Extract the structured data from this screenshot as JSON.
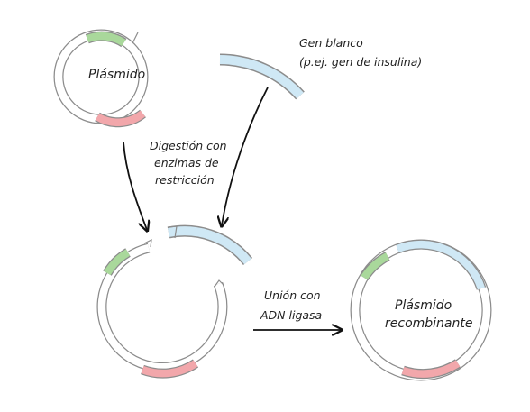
{
  "labels": {
    "plasmid": "Plásmido",
    "gene_line1": "Gen blanco",
    "gene_line2": "(p.ej. gen de insulina)",
    "digest_line1": "Digestión con",
    "digest_line2": "enzimas de",
    "digest_line3": "restricción",
    "ligase_line1": "Unión con",
    "ligase_line2": "ADN ligasa",
    "recomb_line1": "Plásmido",
    "recomb_line2": "recombinante"
  },
  "colors": {
    "outline": "#8c8c8c",
    "ring_fill": "#ffffff",
    "green_segment": "#a9d89b",
    "red_segment": "#f2a7ab",
    "blue_gene": "#cfe8f5",
    "arrow": "#111111"
  }
}
